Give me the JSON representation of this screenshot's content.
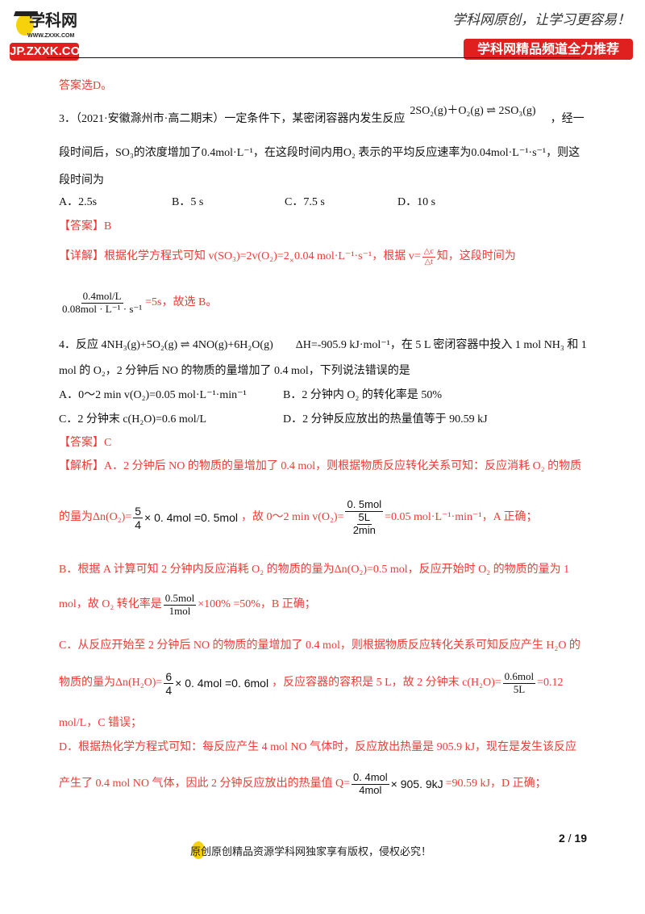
{
  "header": {
    "logo_text": "学科网",
    "logo_url_text": "WWW.ZXXK.COM",
    "badge_left": "JP.ZXXK.COM",
    "slogan": "学科网原创，让学习更容易！",
    "badge_right": "学科网精品频道全力推荐",
    "brand_color": "#e0201f"
  },
  "colors": {
    "answer_red": "#ee3b36"
  },
  "prev_answer": "答案选D。",
  "q3": {
    "stem_a": "3．（2021·安徽滁州市·高二期末）一定条件下，某密闭容器内发生反应",
    "equation": "2SO₂(g)＋O₂(g) ⇌ 2SO₃(g)",
    "stem_b": "，经一",
    "stem_line2": "段时间后，SO₃的浓度增加了0.4mol·L⁻¹，在这段时间内用O₂ 表示的平均反应速率为0.04mol·L⁻¹·s⁻¹，则这",
    "stem_line3": "段时间为",
    "options": [
      "A．2.5s",
      "B．5 s",
      "C．7.5 s",
      "D．10 s"
    ],
    "answer": "【答案】B",
    "detail_a": "【详解】根据化学方程式可知 v(SO₃)=2v(O₂)=2",
    "times": "×",
    "detail_b": "0.04 mol·L⁻¹·s⁻¹，根据 v=",
    "frac_v_num": "△c",
    "frac_v_den": "△t",
    "detail_c": "知，这段时间为",
    "frac_t_num": "0.4mol/L",
    "frac_t_den": "0.08mol · L⁻¹ · s⁻¹",
    "detail_d": "=5s，故选 B。"
  },
  "q4": {
    "stem_a": "4．反应 4NH₃(g)+5O₂(g) ⇌ 4NO(g)+6H₂O(g)",
    "stem_b": "ΔH=-905.9 kJ·mol⁻¹，在 5 L 密闭容器中投入 1 mol NH₃ 和 1",
    "stem_line2": "mol 的 O₂，2 分钟后 NO 的物质的量增加了 0.4 mol，下列说法错误的是",
    "options": [
      "A．0～2 min  v(O₂)=0.05 mol·L⁻¹·min⁻¹",
      "B．2 分钟内 O₂ 的转化率是 50%",
      "C．2 分钟末 c(H₂O)=0.6 mol/L",
      "D．2 分钟反应放出的热量值等于 90.59 kJ"
    ],
    "answer": "【答案】C",
    "analysis": {
      "a1": "【解析】A．2 分钟后 NO 的物质的量增加了 0.4 mol，则根据物质反应转化关系可知：反应消耗 O₂ 的物质",
      "a2_pre": "的量为Δn(O₂)=",
      "a2_f_num": "5",
      "a2_f_den": "4",
      "a2_mid": "× 0. 4mol =0. 5mol",
      "a2_post": "，故 0～2 min  v(O₂)=",
      "a2_cf_top": "0. 5mol",
      "a2_cf_mid": "5L",
      "a2_cf_bot": "2min",
      "a2_end": "=0.05 mol·L⁻¹·min⁻¹，A 正确；",
      "b1": "B．根据 A 计算可知 2 分钟内反应消耗 O₂ 的物质的量为Δn(O₂)=0.5 mol，反应开始时 O₂ 的物质的量为 1",
      "b2_pre": "mol，故 O₂ 转化率是",
      "b2_f_num": "0.5mol",
      "b2_f_den": "1mol",
      "b2_post": "×100% =50%，B 正确；",
      "c1": "C．从反应开始至 2 分钟后 NO 的物质的量增加了 0.4 mol，则根据物质反应转化关系可知反应产生 H₂O 的",
      "c2_pre": "物质的量为Δn(H₂O)=",
      "c2_f_num": "6",
      "c2_f_den": "4",
      "c2_mid": "× 0. 4mol =0. 6mol",
      "c2_post": "，反应容器的容积是 5 L，故 2 分钟末 c(H₂O)=",
      "c2_g_num": "0.6mol",
      "c2_g_den": "5L",
      "c2_end": "=0.12",
      "c3": "mol/L，C 错误；",
      "d1": "D．根据热化学方程式可知：每反应产生 4 mol NO 气体时，反应放出热量是 905.9 kJ，现在是发生该反应",
      "d2_pre": "产生了 0.4 mol NO  气体，因此 2 分钟反应放出的热量值 Q=",
      "d2_f_num": "0. 4mol",
      "d2_f_den": "4mol",
      "d2_post": "× 905. 9kJ",
      "d2_end": "=90.59 kJ，D 正确；"
    }
  },
  "footer": {
    "copyright": "原创原创精品资源学科网独家享有版权，侵权必究！",
    "page_current": "2",
    "page_sep": "/",
    "page_total": "19"
  }
}
